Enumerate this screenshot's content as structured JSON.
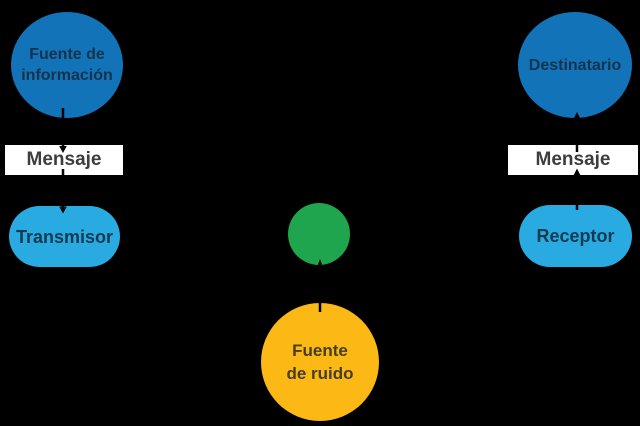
{
  "diagram": {
    "background": "#000000",
    "connector_color": "#000000",
    "nodes": {
      "fuente_informacion": {
        "line1": "Fuente de",
        "line2": "información",
        "fill": "#1273b9"
      },
      "mensaje_izquierda": {
        "label": "Mensaje",
        "fill": "#ffffff"
      },
      "transmisor": {
        "label": "Transmisor",
        "fill": "#29abe2"
      },
      "canal": {
        "label": "",
        "fill": "#1fa54d"
      },
      "fuente_ruido": {
        "line1": "Fuente",
        "line2": "de ruido",
        "fill": "#fcb814"
      },
      "receptor": {
        "label": "Receptor",
        "fill": "#29abe2"
      },
      "mensaje_derecha": {
        "label": "Mensaje",
        "fill": "#ffffff"
      },
      "destinatario": {
        "label": "Destinatario",
        "fill": "#1273b9"
      }
    }
  }
}
